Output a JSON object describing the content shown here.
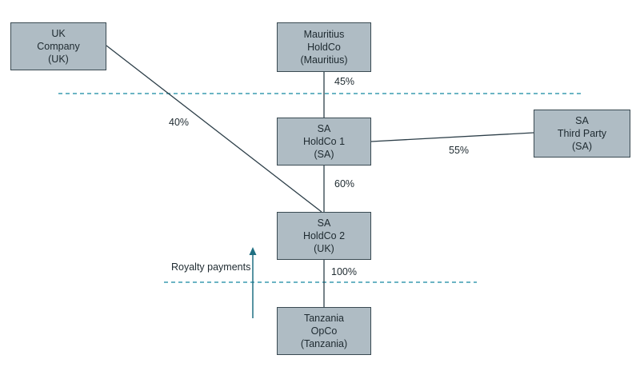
{
  "entities": {
    "uk_company": {
      "lines": [
        "UK",
        "Company",
        "(UK)"
      ]
    },
    "mauritius_holdco": {
      "lines": [
        "Mauritius",
        "HoldCo",
        "(Mauritius)"
      ]
    },
    "sa_holdco_1": {
      "lines": [
        "SA",
        "HoldCo 1",
        "(SA)"
      ]
    },
    "sa_third_party": {
      "lines": [
        "SA",
        "Third Party",
        "(SA)"
      ]
    },
    "sa_holdco_2": {
      "lines": [
        "SA",
        "HoldCo 2",
        "(UK)"
      ]
    },
    "tanzania_opco": {
      "lines": [
        "Tanzania",
        "OpCo",
        "(Tanzania)"
      ]
    }
  },
  "ownership": {
    "mauritius_to_sa1": "45%",
    "uk_to_sa2": "40%",
    "third_party_to_sa1": "55%",
    "sa1_to_sa2": "60%",
    "sa2_to_tanzania": "100%"
  },
  "flows": {
    "royalty_label": "Royalty payments"
  },
  "colors": {
    "box_fill": "#afbcc4",
    "box_border": "#3a4a52",
    "line": "#2c3e48",
    "dashed_divider": "#3a9bb0",
    "arrow": "#1f6f82"
  }
}
